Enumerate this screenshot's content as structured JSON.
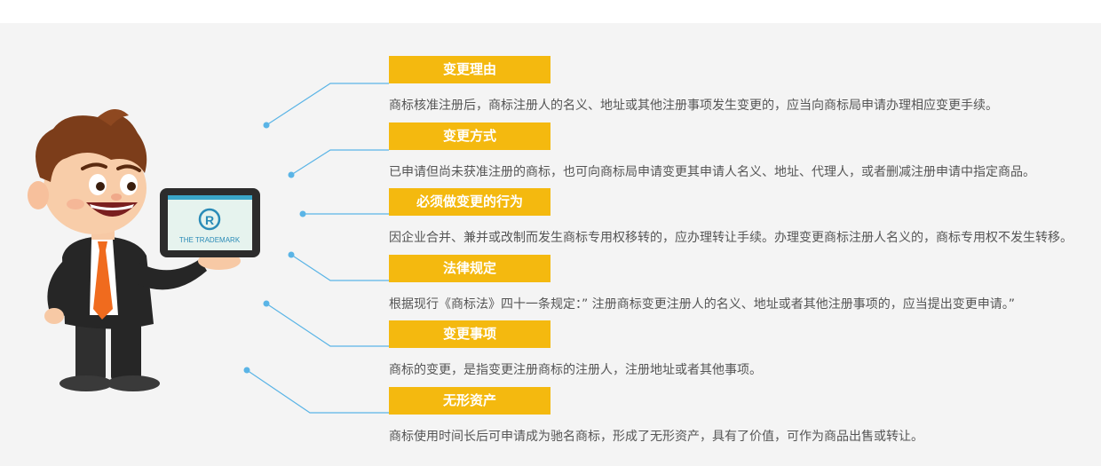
{
  "sections": [
    {
      "title": "变更理由",
      "desc": "商标核准注册后，商标注册人的名义、地址或其他注册事项发生变更的，应当向商标局申请办理相应变更手续。"
    },
    {
      "title": "变更方式",
      "desc": "已申请但尚未获准注册的商标，也可向商标局申请变更其申请人名义、地址、代理人，或者删减注册申请中指定商品。"
    },
    {
      "title": "必须做变更的行为",
      "desc": "因企业合并、兼并或改制而发生商标专用权移转的，应办理转让手续。办理变更商标注册人名义的，商标专用权不发生转移。"
    },
    {
      "title": "法律规定",
      "desc": "根据现行《商标法》四十一条规定：” 注册商标变更注册人的名义、地址或者其他注册事项的，应当提出变更申请。”"
    },
    {
      "title": "变更事项",
      "desc": "商标的变更，是指变更注册商标的注册人，注册地址或者其他事项。"
    },
    {
      "title": "无形资产",
      "desc": "商标使用时间长后可申请成为驰名商标，形成了无形资产，具有了价值，可作为商品出售或转让。"
    }
  ],
  "tablet": {
    "logo_letter": "R",
    "brand": "THE TRADEMARK"
  },
  "colors": {
    "accent": "#f4b90f",
    "connector": "#5ab4e6",
    "text": "#555555",
    "background": "#f4f4f4"
  }
}
